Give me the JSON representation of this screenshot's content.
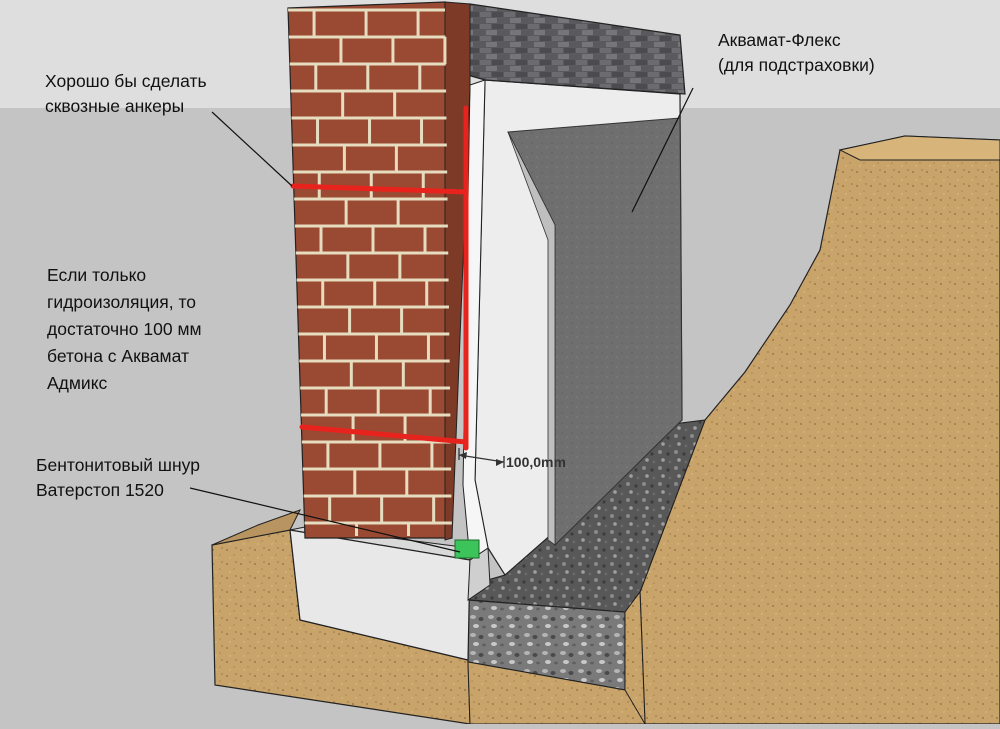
{
  "annotations": {
    "anchors": [
      "Хорошо бы сделать",
      "сквозные анкеры"
    ],
    "membrane": [
      "Акв­амат-Флекс",
      "(для подстраховки)"
    ],
    "waterproofing": [
      "Если только",
      "гидроизоляция, то",
      "достаточно 100 мм",
      "бетона с Акв­амат",
      "Адмикс"
    ],
    "waterstop": [
      "Бентонитовый шнур",
      "Ватерстоп 1520"
    ]
  },
  "dimension": "100,0mm",
  "colors": {
    "brick": "#9a4a32",
    "mortar": "#e6dcc0",
    "rebar": "#e8231e",
    "soil": "#c9a46a",
    "concrete": "#e8e8e8",
    "coating": "#6f6f6f",
    "gravel": "#5b5b5b",
    "waterstop": "#3cc45a",
    "sky": "#c4c4c4"
  }
}
